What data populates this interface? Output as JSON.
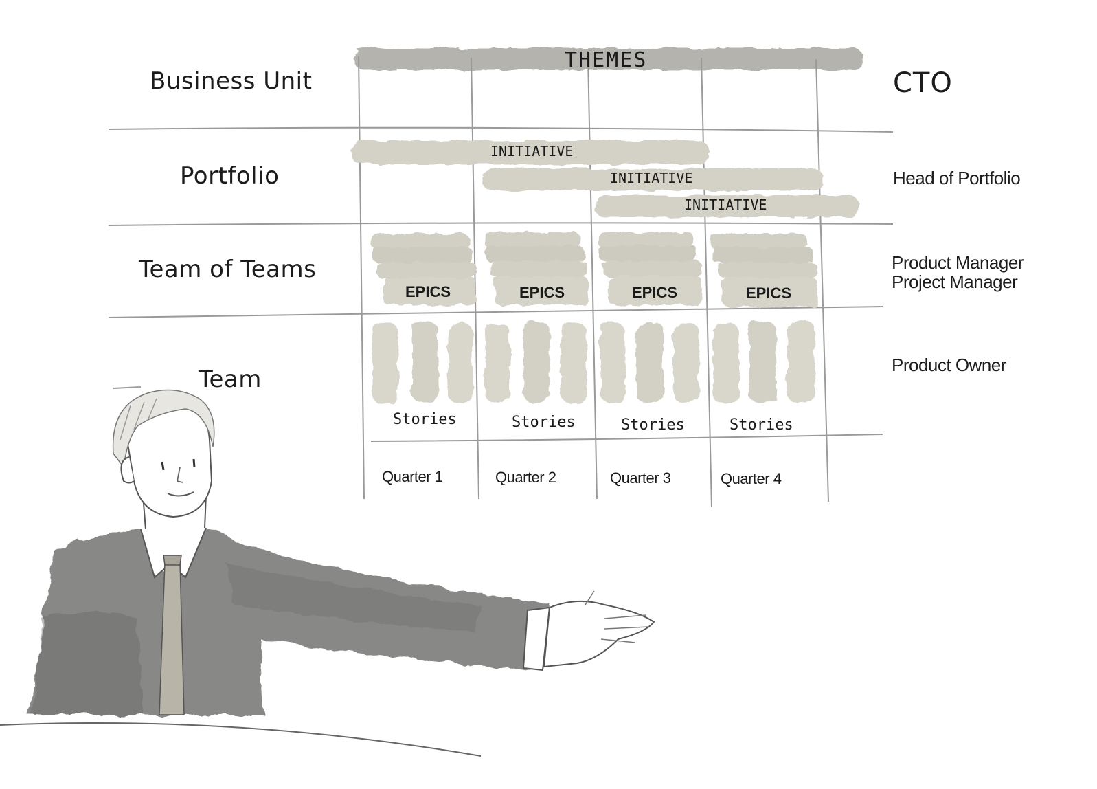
{
  "themes_label": "THEMES",
  "levels": [
    {
      "label": "Business Unit",
      "role": "CTO"
    },
    {
      "label": "Portfolio",
      "role": "Head of Portfolio"
    },
    {
      "label": "Team of Teams",
      "role_lines": [
        "Product Manager",
        "Project Manager"
      ]
    },
    {
      "label": "Team",
      "role": "Product Owner"
    }
  ],
  "initiatives": [
    "INITIATIVE",
    "INITIATIVE",
    "INITIATIVE"
  ],
  "columns": [
    {
      "epic": "EPICS",
      "stories": "Stories",
      "quarter": "Quarter 1"
    },
    {
      "epic": "EPICS",
      "stories": "Stories",
      "quarter": "Quarter 2"
    },
    {
      "epic": "EPICS",
      "stories": "Stories",
      "quarter": "Quarter 3"
    },
    {
      "epic": "EPICS",
      "stories": "Stories",
      "quarter": "Quarter 4"
    }
  ],
  "colors": {
    "wash_light": "#d9d6cc",
    "wash_mid": "#c7c4b8",
    "themes_bar": "#b5b3ad",
    "suit": "#7d7d7b",
    "line": "#8a8a8a"
  }
}
